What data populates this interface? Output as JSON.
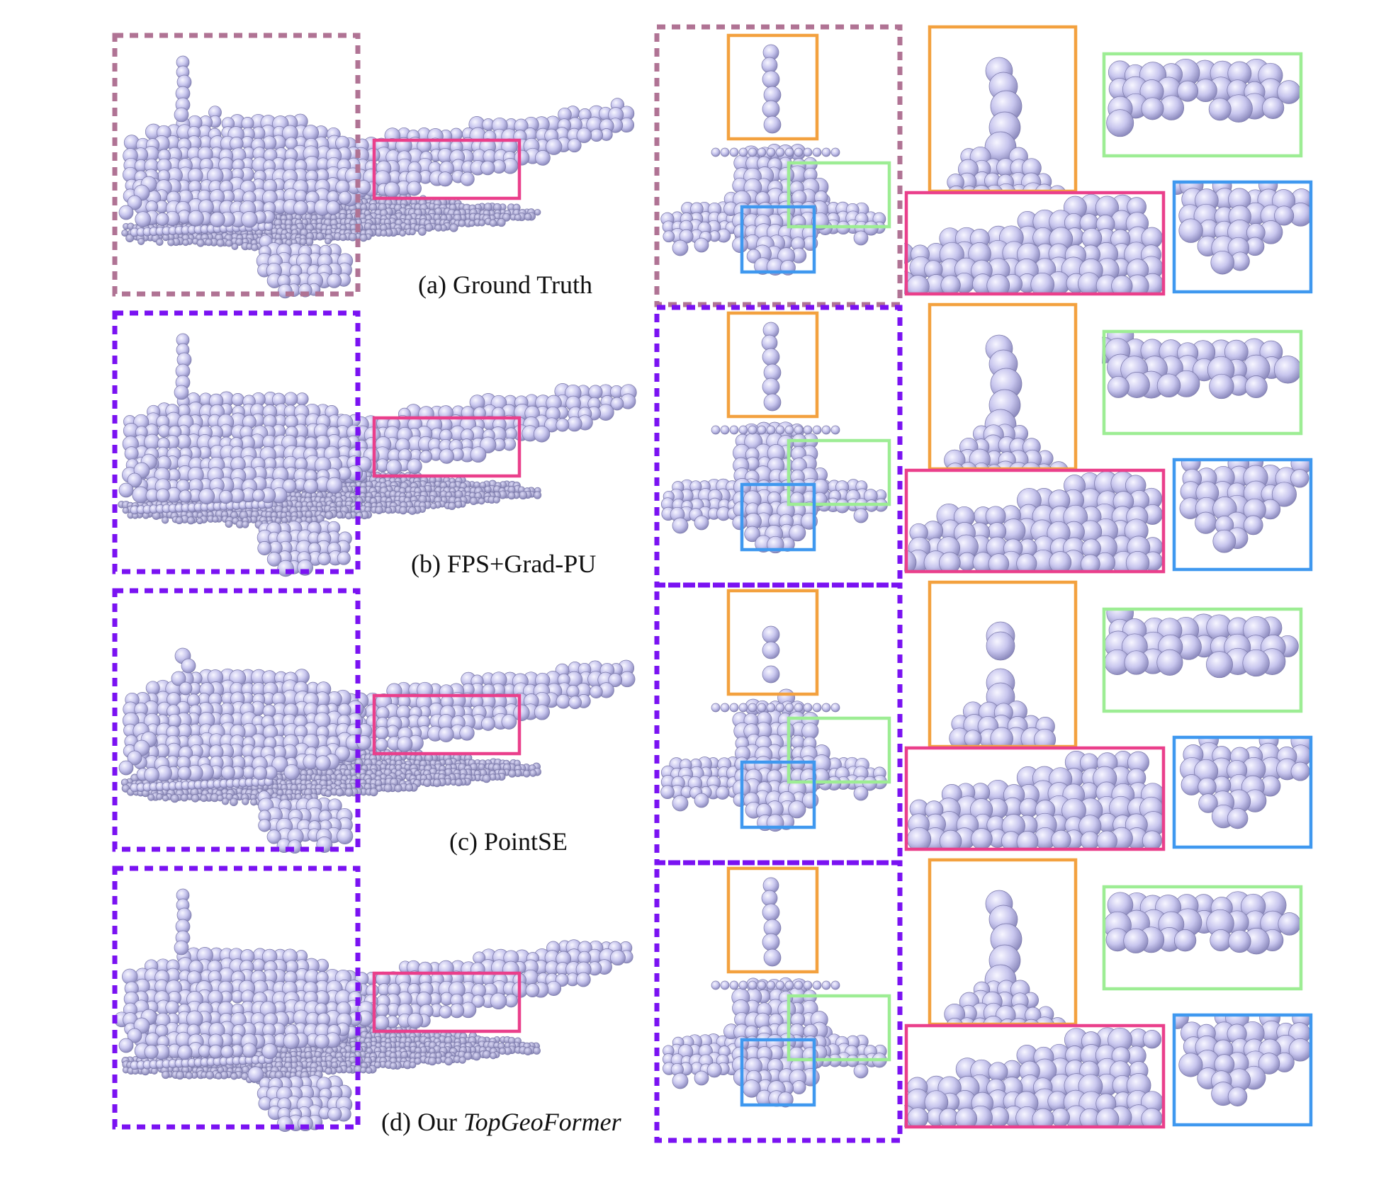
{
  "figure": {
    "rows": [
      {
        "id": "a",
        "caption": "(a) Ground Truth",
        "caption_method": "",
        "frame_color": "#b07394"
      },
      {
        "id": "b",
        "caption": "(b) FPS+Grad-PU",
        "caption_method": "",
        "frame_color": "#7a12f2"
      },
      {
        "id": "c",
        "caption": "(c) PointSE",
        "caption_method": "",
        "frame_color": "#7a12f2"
      },
      {
        "id": "d",
        "caption": "(d) Our ",
        "caption_method": "TopGeoFormer",
        "frame_color": "#7a12f2"
      }
    ],
    "zoom_box_colors": {
      "pink": "#ea3f8b",
      "orange": "#f3a13f",
      "green": "#9ded94",
      "blue": "#3f98ef"
    },
    "point_color": "#c8c6ee"
  }
}
